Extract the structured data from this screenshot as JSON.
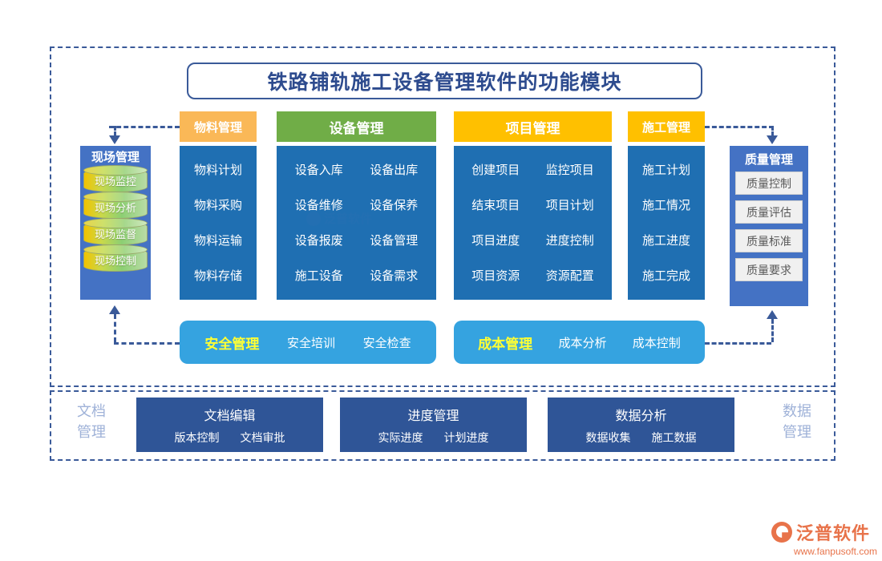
{
  "title": "铁路铺轨施工设备管理软件的功能模块",
  "colors": {
    "frame_border": "#3a5a99",
    "title_text": "#2d4b8e",
    "chip_material": "#fab857",
    "chip_equipment": "#70ad47",
    "chip_project": "#ffc000",
    "chip_construction": "#ffc000",
    "panel_blue": "#1f6fb2",
    "side_panel_blue": "#4472c4",
    "bar_blue": "#35a3e0",
    "bar_lead_text": "#ffff33",
    "bottom_box_blue": "#2f5597",
    "side_label_text": "#9fb2d8",
    "logo_orange": "#e8734a"
  },
  "site": {
    "header": "现场管理",
    "items": [
      "现场监控",
      "现场分析",
      "现场监督",
      "现场控制"
    ]
  },
  "columns": [
    {
      "key": "material",
      "chip": "物料管理",
      "layout": "single",
      "items": [
        "物料计划",
        "物料采购",
        "物料运输",
        "物料存储"
      ]
    },
    {
      "key": "equipment",
      "chip": "设备管理",
      "layout": "double",
      "items": [
        "设备入库",
        "设备出库",
        "设备维修",
        "设备保养",
        "设备报废",
        "设备管理",
        "施工设备",
        "设备需求"
      ]
    },
    {
      "key": "project",
      "chip": "项目管理",
      "layout": "double",
      "items": [
        "创建项目",
        "监控项目",
        "结束项目",
        "项目计划",
        "项目进度",
        "进度控制",
        "项目资源",
        "资源配置"
      ]
    },
    {
      "key": "construction",
      "chip": "施工管理",
      "layout": "single",
      "items": [
        "施工计划",
        "施工情况",
        "施工进度",
        "施工完成"
      ]
    }
  ],
  "quality": {
    "header": "质量管理",
    "items": [
      "质量控制",
      "质量评估",
      "质量标准",
      "质量要求"
    ]
  },
  "bars": [
    {
      "key": "safety",
      "lead": "安全管理",
      "items": [
        "安全培训",
        "安全检查"
      ]
    },
    {
      "key": "cost",
      "lead": "成本管理",
      "items": [
        "成本分析",
        "成本控制"
      ]
    }
  ],
  "bottom": {
    "left_label_line1": "文档",
    "left_label_line2": "管理",
    "right_label_line1": "数据",
    "right_label_line2": "管理",
    "boxes": [
      {
        "key": "document",
        "title": "文档编辑",
        "items": [
          "版本控制",
          "文档审批"
        ]
      },
      {
        "key": "progress",
        "title": "进度管理",
        "items": [
          "实际进度",
          "计划进度"
        ]
      },
      {
        "key": "data",
        "title": "数据分析",
        "items": [
          "数据收集",
          "施工数据"
        ]
      }
    ]
  },
  "watermark": {
    "text": "泛普软件"
  },
  "logo": {
    "text": "泛普软件",
    "url": "www.fanpusoft.com"
  }
}
